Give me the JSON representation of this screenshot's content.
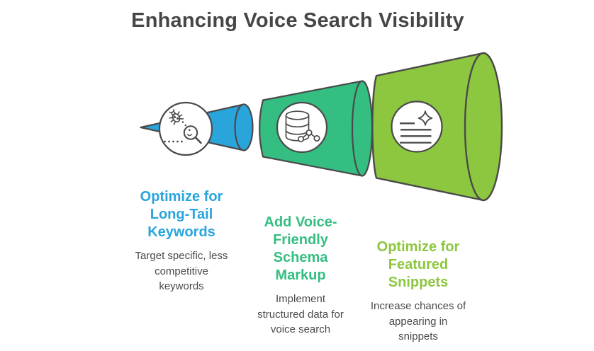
{
  "title": "Enhancing Voice Search Visibility",
  "colors": {
    "blue": "#29A5DC",
    "teal": "#34BE82",
    "lime": "#8DC63F",
    "outline": "#4A4A4A",
    "title_text": "#464646",
    "body_text": "#4A4A4A",
    "background": "#FFFFFF"
  },
  "stages": [
    {
      "id": "long-tail-keywords",
      "accent": "#29A5DC",
      "icon": "bug-search-icon",
      "heading": "Optimize for\nLong-Tail\nKeywords",
      "description": "Target specific, less\ncompetitive\nkeywords"
    },
    {
      "id": "schema-markup",
      "accent": "#34BE82",
      "icon": "database-schema-icon",
      "heading": "Add Voice-\nFriendly\nSchema\nMarkup",
      "description": "Implement\nstructured data for\nvoice search"
    },
    {
      "id": "featured-snippets",
      "accent": "#8DC63F",
      "icon": "featured-snippet-icon",
      "heading": "Optimize for\nFeatured\nSnippets",
      "description": "Increase chances of\nappearing in\nsnippets"
    }
  ]
}
